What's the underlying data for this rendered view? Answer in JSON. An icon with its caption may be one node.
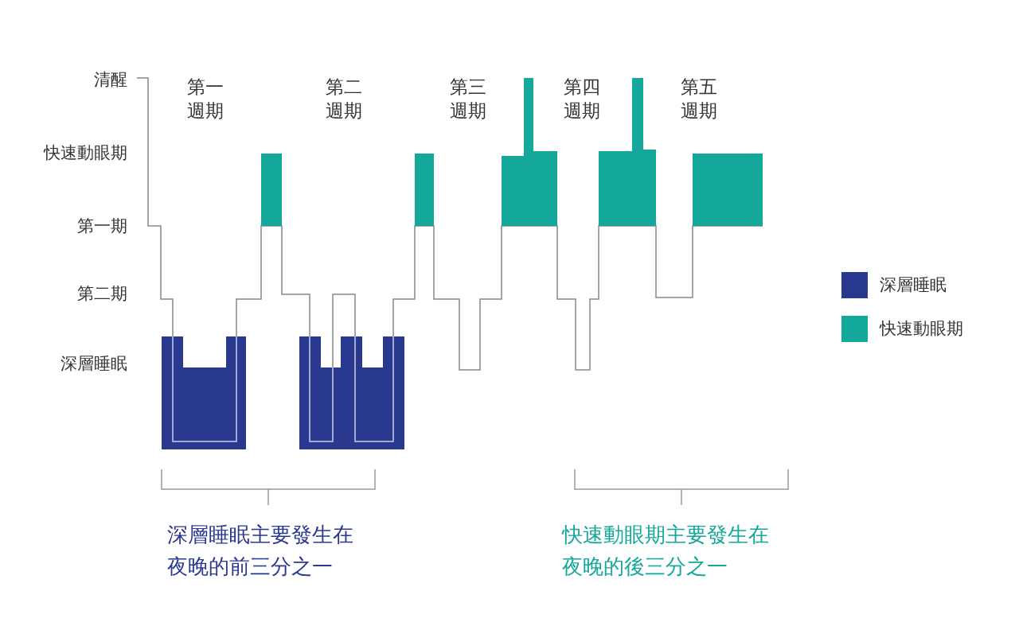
{
  "diagram": {
    "labels": [
      "清醒",
      "快速動眼期",
      "第一期",
      "第二期",
      "深層睡眠",
      "第一週期",
      "第二週期",
      "第三週期",
      "第四週期",
      "第五週期",
      "深層睡眠主要發生在夜晚的前三分之一",
      "快速動眼期主要發生在夜晚的後三分之一"
    ],
    "legend": [
      {
        "text": "深層睡眠",
        "color": "#2a3990"
      },
      {
        "text": "快速動眼期",
        "color": "#14a89a"
      }
    ]
  }
}
